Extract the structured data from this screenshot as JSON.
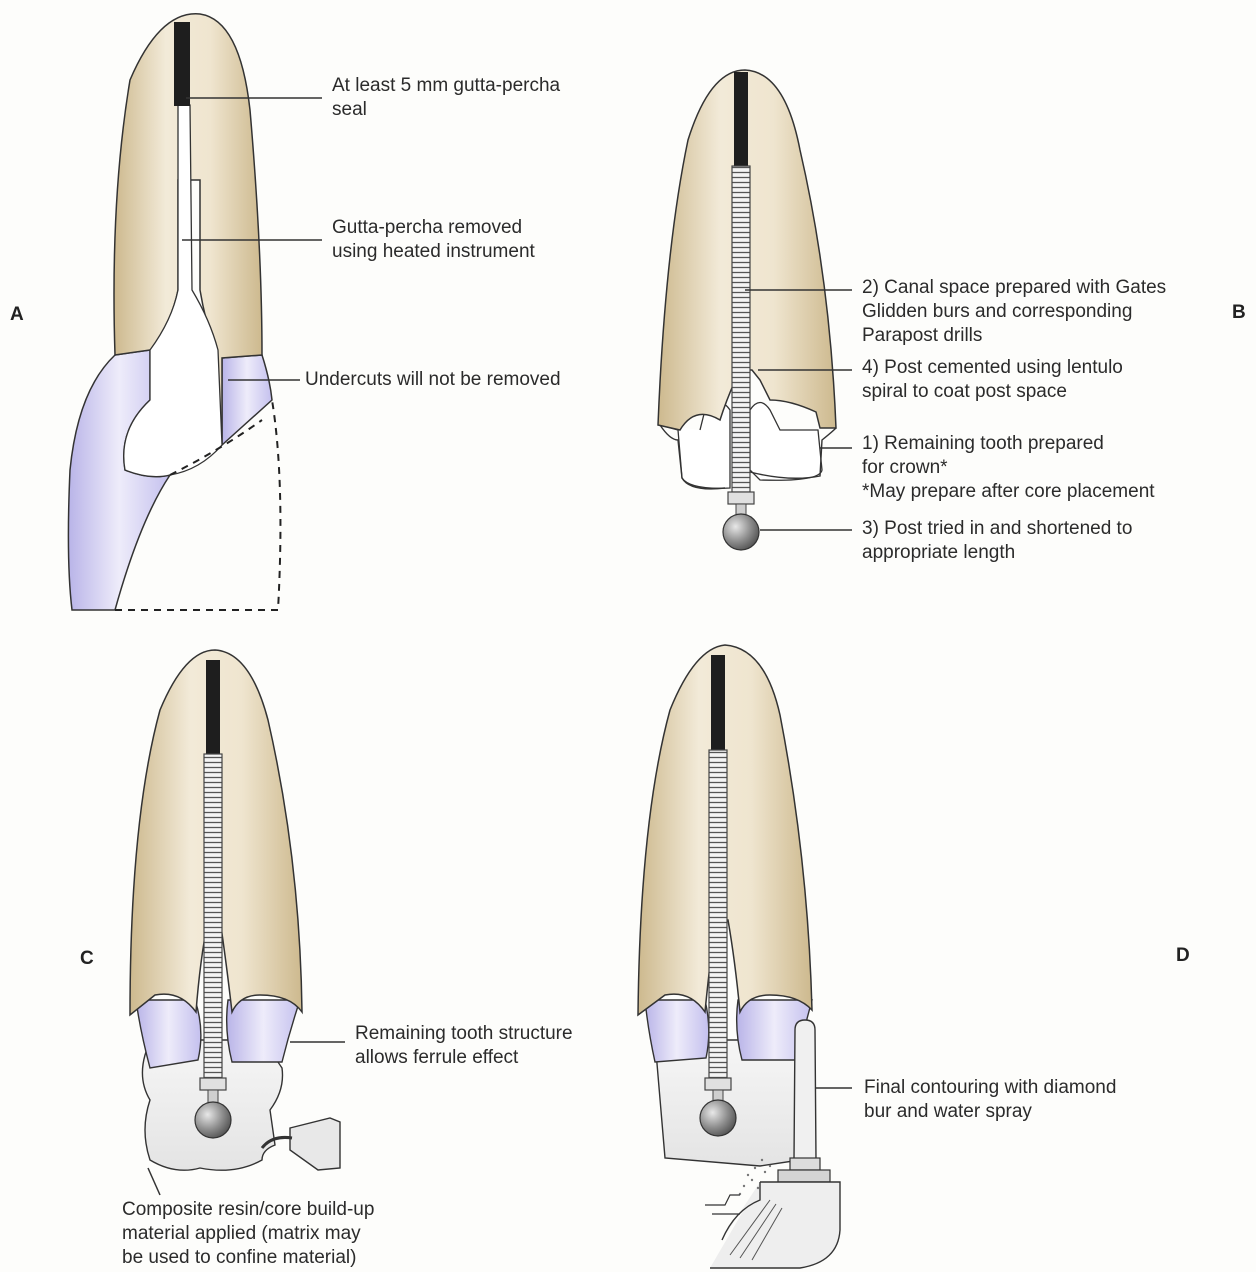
{
  "panels": {
    "a": {
      "letter": "A",
      "labels": {
        "seal": "At least 5 mm gutta-percha\nseal",
        "removed": "Gutta-percha removed\nusing heated instrument",
        "undercuts": "Undercuts will not be removed"
      }
    },
    "b": {
      "letter": "B",
      "labels": {
        "step2": "2) Canal space prepared with Gates\nGlidden burs and corresponding\nParapost drills",
        "step4": "4) Post cemented using lentulo\nspiral to coat post space",
        "step1": "1) Remaining tooth prepared\nfor crown*\n*May prepare after core placement",
        "step3": "3) Post tried in and shortened to\nappropriate length"
      }
    },
    "c": {
      "letter": "C",
      "labels": {
        "ferrule": "Remaining tooth structure\nallows ferrule effect",
        "composite": "Composite resin/core build-up\nmaterial applied (matrix may\nbe used to confine material)"
      }
    },
    "d": {
      "letter": "D",
      "labels": {
        "contouring": "Final contouring with diamond\nbur and water spray"
      }
    }
  },
  "colors": {
    "root": "#dccca6",
    "root_light": "#f2ece0",
    "enamel": "#c9c6ec",
    "enamel_light": "#eceaf8",
    "gutta_percha": "#1e1e1e",
    "post": "#9a9a9a"
  }
}
